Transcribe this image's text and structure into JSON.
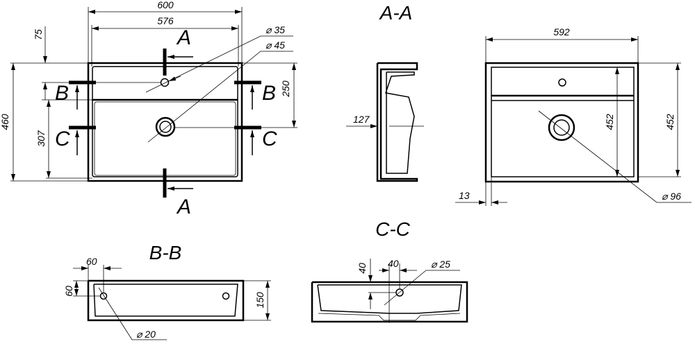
{
  "top_view": {
    "dim_width_outer": "600",
    "dim_width_inner": "576",
    "dim_75": "75",
    "dim_height": "460",
    "dim_307": "307",
    "dim_250": "250",
    "hole_dia": "⌀ 35",
    "drain_dia": "⌀ 45",
    "section_a_top": "A",
    "section_a_bottom": "A",
    "section_b_left": "B",
    "section_b_right": "B",
    "section_c_left": "C",
    "section_c_right": "C"
  },
  "section_aa": {
    "title": "A-A",
    "dim_127": "127"
  },
  "rear_view": {
    "dim_width": "592",
    "dim_height_inner": "452",
    "dim_height_outer": "452",
    "dim_13": "13",
    "drain_dia": "⌀ 96"
  },
  "section_bb": {
    "title": "B-B",
    "dim_h": "60",
    "dim_v": "60",
    "dim_150": "150",
    "hole_dia": "⌀ 20"
  },
  "section_cc": {
    "title": "C-C",
    "dim_v": "40",
    "dim_h": "40",
    "hole_dia": "⌀ 25"
  }
}
